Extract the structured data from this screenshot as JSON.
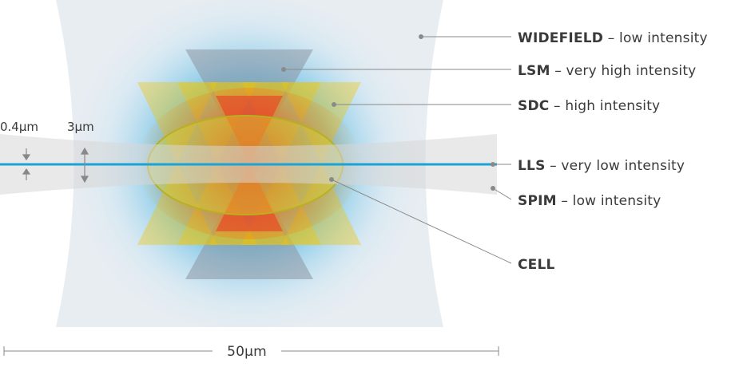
{
  "labels": {
    "widefield": {
      "bold": "WIDEFIELD",
      "rest": " – low intensity"
    },
    "lsm": {
      "bold": "LSM",
      "rest": " – very high intensity"
    },
    "sdc": {
      "bold": "SDC",
      "rest": " – high intensity"
    },
    "lls": {
      "bold": "LLS",
      "rest": " – very low intensity"
    },
    "spim": {
      "bold": "SPIM",
      "rest": " – low intensity"
    },
    "cell": {
      "bold": "CELL",
      "rest": ""
    }
  },
  "dimensions": {
    "lls_thickness": "0.4μm",
    "spim_thickness": "3μm",
    "field_width": "50μm"
  },
  "colors": {
    "widefield": "#e8edf2",
    "blue_glow": "#1f9fd8",
    "lls_line": "#1ba3d6",
    "spim_sheet": "#dcdcdc",
    "sdc_cone": "#f2c500",
    "lsm_cone": "#8c96a3",
    "focus_red": "#e8332a",
    "cell_fill": "#d9d22a",
    "leader": "#888888",
    "text": "#3a3a3a"
  }
}
